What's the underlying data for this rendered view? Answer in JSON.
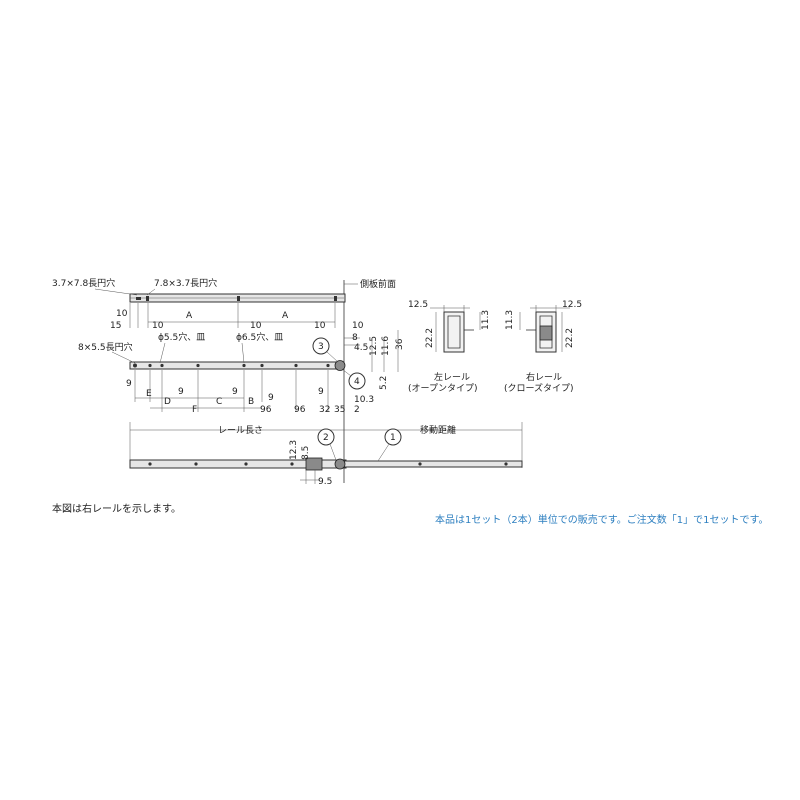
{
  "labels": {
    "slot_a": "3.7×7.8長円穴",
    "slot_b": "7.8×3.7長円穴",
    "slot_c": "8×5.5長円穴",
    "side_front": "側板前面",
    "hole_55": "ϕ5.5穴、皿",
    "hole_65": "ϕ6.5穴、皿",
    "rail_length": "レール長さ",
    "travel": "移動距離",
    "left_rail": "左レール",
    "left_type": "(オープンタイプ)",
    "right_rail": "右レール",
    "right_type": "(クローズタイプ)"
  },
  "dims": {
    "d10_1": "10",
    "d15": "15",
    "d10_2": "10",
    "A_1": "A",
    "d10_3": "10",
    "A_2": "A",
    "d10_4": "10",
    "d10_5": "10",
    "d8": "8",
    "d45": "4.5",
    "d125_v": "12.5",
    "d116": "11.6",
    "d36": "36",
    "d52": "5.2",
    "d103": "10.3",
    "E": "E",
    "D": "D",
    "C": "C",
    "B": "B",
    "F": "F",
    "d9_1": "9",
    "d9_2": "9",
    "d9_3": "9",
    "d9_4": "9",
    "d9_5": "9",
    "d96_1": "96",
    "d96_2": "96",
    "d32": "32",
    "d35": "35",
    "d2": "2",
    "d123": "12.3",
    "d85": "8.5",
    "d95": "9.5",
    "p_125_l": "12.5",
    "p_222_l": "22.2",
    "p_113_l": "11.3",
    "p_125_r": "12.5",
    "p_113_r": "11.3",
    "p_222_r": "22.2"
  },
  "callouts": {
    "c1": "1",
    "c2": "2",
    "c3": "3",
    "c4": "4"
  },
  "notes": {
    "left": "本図は右レールを示します。",
    "right": "本品は1セット（2本）単位での販売です。ご注文数「1」で1セットです。"
  },
  "colors": {
    "note_blue": "#2d7fc0",
    "line": "#333333"
  }
}
